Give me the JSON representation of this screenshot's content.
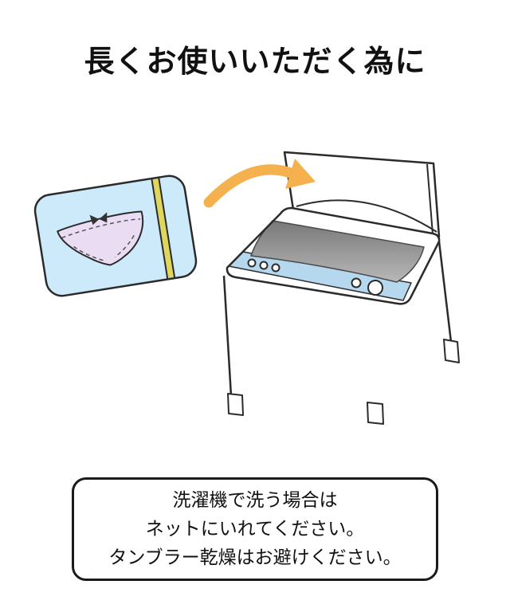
{
  "page": {
    "title": "長くお使いいただく為に"
  },
  "instruction_box": {
    "lines": [
      "洗濯機で洗う場合は",
      "ネットにいれてください。",
      "タンブラー乾燥はお避けください。"
    ]
  },
  "colors": {
    "net_bag_fill": "#cdeafa",
    "outline": "#2b2b2b",
    "zipper_stripe": "#ded65e",
    "underwear_fill": "#eadcf2",
    "stitch": "#555555",
    "bow": "#333333",
    "arrow": "#f4b14e",
    "machine_panel_blue": "#b6d8ee",
    "tub_gray_dark": "#787878",
    "tub_gray_light": "#b8b8b8",
    "tub_edge": "#4a4a4a",
    "box_border": "#1a1a1a",
    "text": "#111111"
  }
}
